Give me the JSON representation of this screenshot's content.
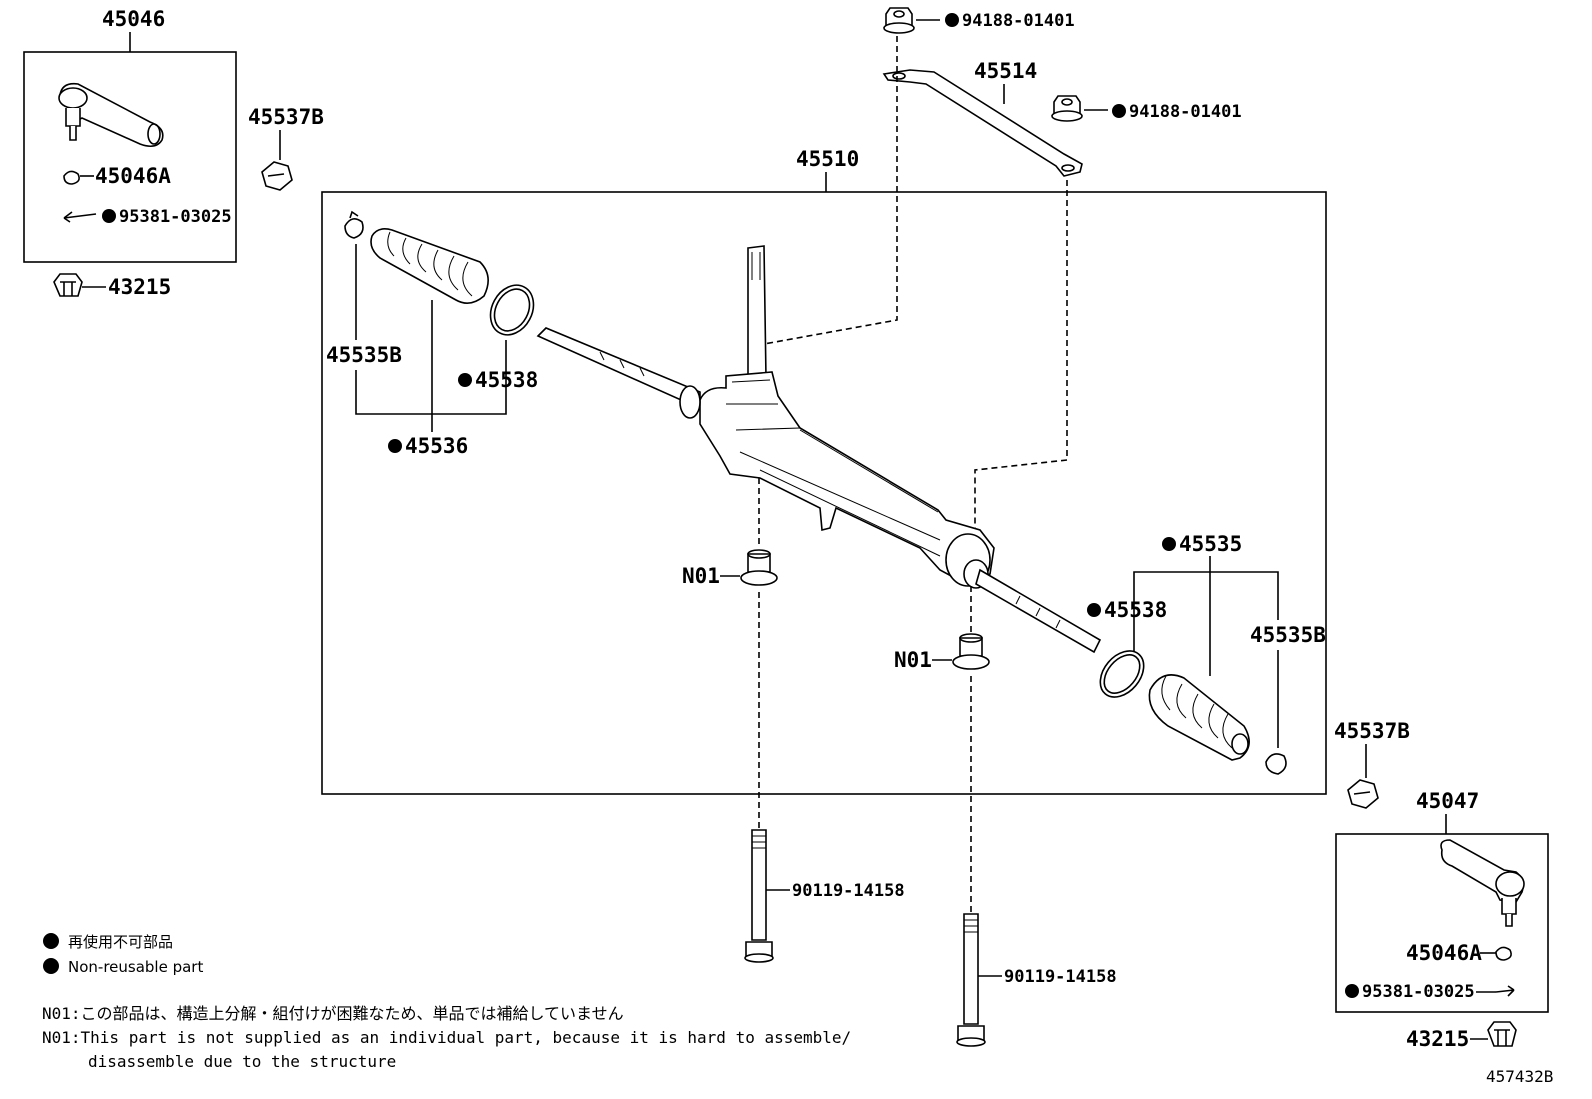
{
  "parts": {
    "tie_rod_end_left": "45046",
    "tie_rod_end_right": "45047",
    "ball_joint_cover": "45046A",
    "cotter_pin": "95381-03025",
    "nut_left": "43215",
    "nut_right": "43215",
    "lock_nut_left": "45537B",
    "lock_nut_right": "45537B",
    "steering_gear_assy": "45510",
    "brace": "45514",
    "brace_nut_upper": "94188-01401",
    "brace_nut_lower": "94188-01401",
    "boot_clip_left": "45535B",
    "boot_clamp_left": "45538",
    "boot_left": "45536",
    "boot_right": "45535",
    "boot_clamp_right": "45538",
    "boot_clip_right": "45535B",
    "bushing_1": "N01",
    "bushing_2": "N01",
    "bolt_1": "90119-14158",
    "bolt_2": "90119-14158"
  },
  "legend": {
    "line1": "再使用不可部品",
    "line2": "Non-reusable part"
  },
  "notes": {
    "jp": "N01:この部品は、構造上分解・組付けが困難なため、単品では補給していません",
    "en1": "N01:This part is not supplied as an individual part, because it is hard to assemble/",
    "en2": "disassemble due to the structure"
  },
  "diagram_id": "457432B",
  "marker_color": "#000000"
}
